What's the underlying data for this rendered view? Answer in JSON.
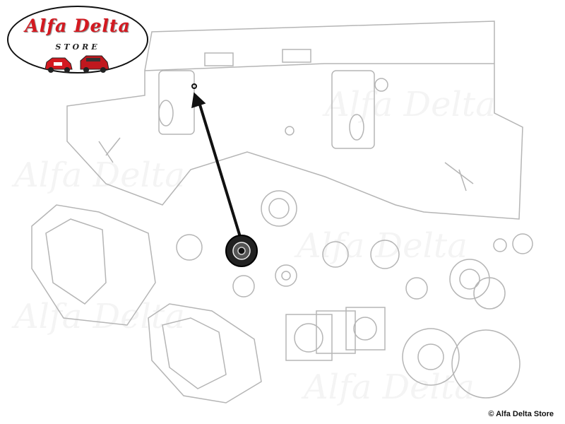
{
  "logo": {
    "title": "Alfa Delta",
    "subtitle": "STORE"
  },
  "watermark": "Alfa Delta",
  "copyright": "© Alfa Delta Store",
  "colors": {
    "brand_red": "#d41920",
    "line_gray": "#b8b8b8",
    "highlight": "#111111"
  }
}
